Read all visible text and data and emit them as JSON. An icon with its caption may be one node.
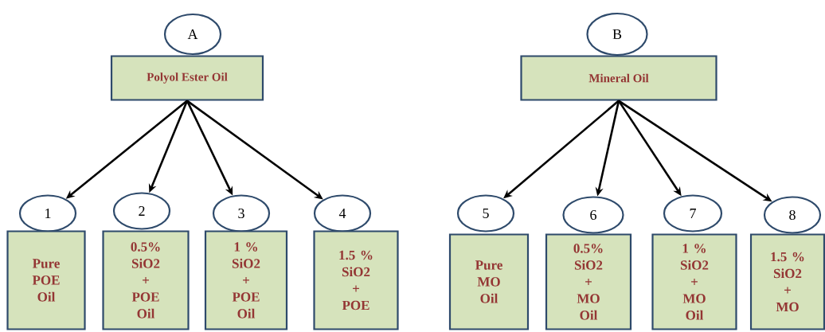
{
  "diagram": {
    "nodes": [
      {
        "text": [
          "A"
        ]
      },
      {
        "text": [
          "Polyol Ester Oil"
        ]
      },
      {
        "text": [
          "B"
        ]
      },
      {
        "text": [
          "Mineral Oil"
        ]
      },
      {
        "text": [
          "1"
        ]
      },
      {
        "text": [
          "Pure POE Oil"
        ]
      },
      {
        "text": [
          "2"
        ]
      },
      {
        "text": [
          "0.5% SiO2 + POE Oil"
        ]
      },
      {
        "text": [
          "3"
        ]
      },
      {
        "text": [
          "1 % SiO2 + POE Oil"
        ]
      },
      {
        "text": [
          "4"
        ]
      },
      {
        "text": [
          "1.5 % SiO2 + POE"
        ]
      },
      {
        "text": [
          "5"
        ]
      },
      {
        "text": [
          "Pure MO Oil"
        ]
      },
      {
        "text": [
          "6"
        ]
      },
      {
        "text": [
          "0.5% SiO2 + MO Oil"
        ]
      },
      {
        "text": [
          "7"
        ]
      },
      {
        "text": [
          "1 % SiO2 + MO Oil"
        ]
      },
      {
        "text": [
          "8"
        ]
      },
      {
        "text": [
          "1.5 % SiO2 + MO"
        ]
      }
    ],
    "edges": [
      {
        "from": 1,
        "to": 4,
        "arrow": "to"
      },
      {
        "from": 1,
        "to": 6,
        "arrow": "to"
      },
      {
        "from": 1,
        "to": 8,
        "arrow": "to"
      },
      {
        "from": 1,
        "to": 10,
        "arrow": "to"
      },
      {
        "from": 3,
        "to": 12,
        "arrow": "to"
      },
      {
        "from": 3,
        "to": 14,
        "arrow": "to"
      },
      {
        "from": 3,
        "to": 16,
        "arrow": "to"
      },
      {
        "from": 3,
        "to": 18,
        "arrow": "to"
      }
    ]
  }
}
